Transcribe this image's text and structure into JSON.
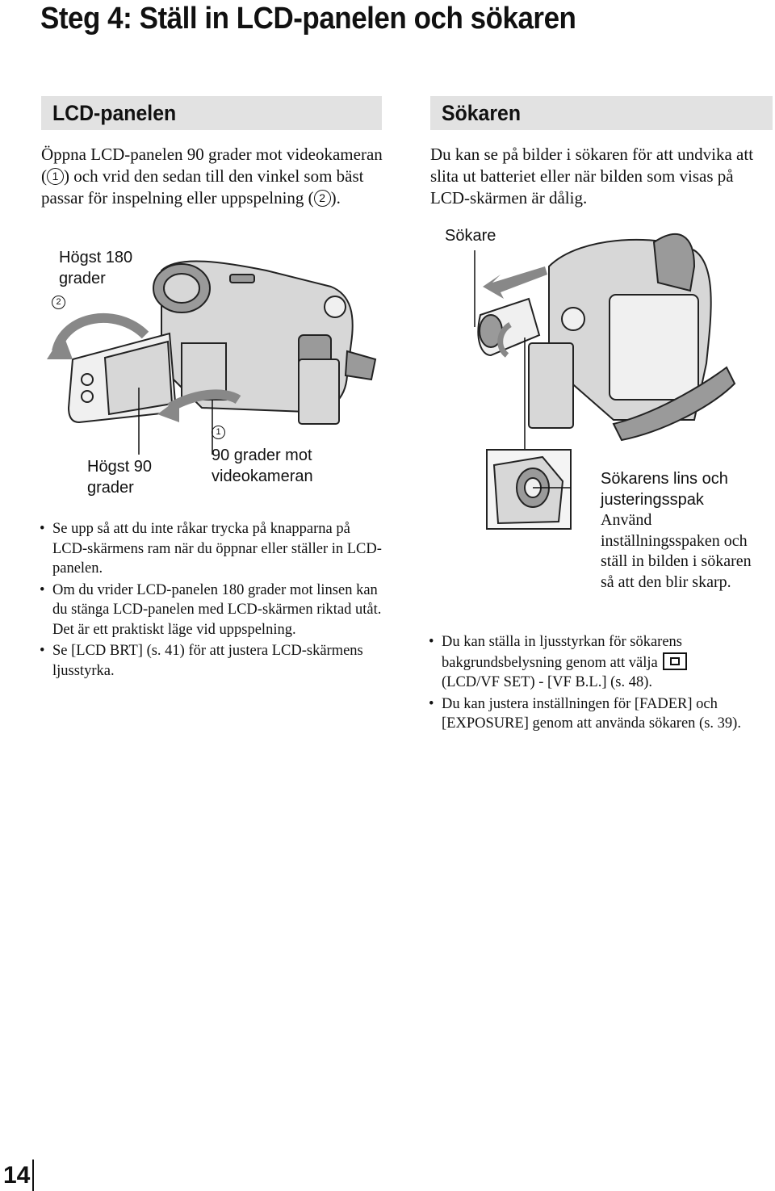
{
  "page_title": "Steg 4: Ställ in LCD-panelen och sökaren",
  "lcd": {
    "heading": "LCD-panelen",
    "intro_part1": "Öppna LCD-panelen 90 grader mot videokameran (",
    "marker1": "1",
    "intro_part2": ") och vrid den sedan till den vinkel som bäst passar för inspelning eller uppspelning (",
    "marker2": "2",
    "intro_part3": ").",
    "label_max180": "Högst 180 grader",
    "marker_b": "2",
    "label_max90": "Högst 90 grader",
    "marker_a": "1",
    "label_90_toward": "90 grader mot videokameran",
    "bullets": [
      "Se upp så att du inte råkar trycka på knapparna på LCD-skärmens ram när du öppnar eller ställer in LCD-panelen.",
      "Om du vrider LCD-panelen 180 grader mot linsen kan du stänga LCD-panelen med LCD-skärmen riktad utåt. Det är ett praktiskt läge vid uppspelning.",
      "Se [LCD BRT] (s. 41) för att justera LCD-skärmens ljusstyrka."
    ]
  },
  "viewfinder": {
    "heading": "Sökaren",
    "intro": "Du kan se på bilder i sökaren för att undvika att slita ut batteriet eller när bilden som visas på LCD-skärmen är dålig.",
    "label_viewfinder": "Sökare",
    "label_lens_lever": "Sökarens lins och justeringsspak",
    "lever_text": "Använd inställningsspaken och ställ in bilden i sökaren så att den blir skarp.",
    "bullet1_part1": "Du kan ställa in ljusstyrkan för sökarens bakgrundsbelysning genom att välja",
    "bullet1_icon": "lcd-vf-set-menu-icon",
    "bullet1_part2": "(LCD/VF SET) - [VF B.L.] (s. 48).",
    "bullet2": "Du kan justera inställningen för [FADER] och [EXPOSURE] genom att använda sökaren (s. 39)."
  },
  "page_number": "14"
}
